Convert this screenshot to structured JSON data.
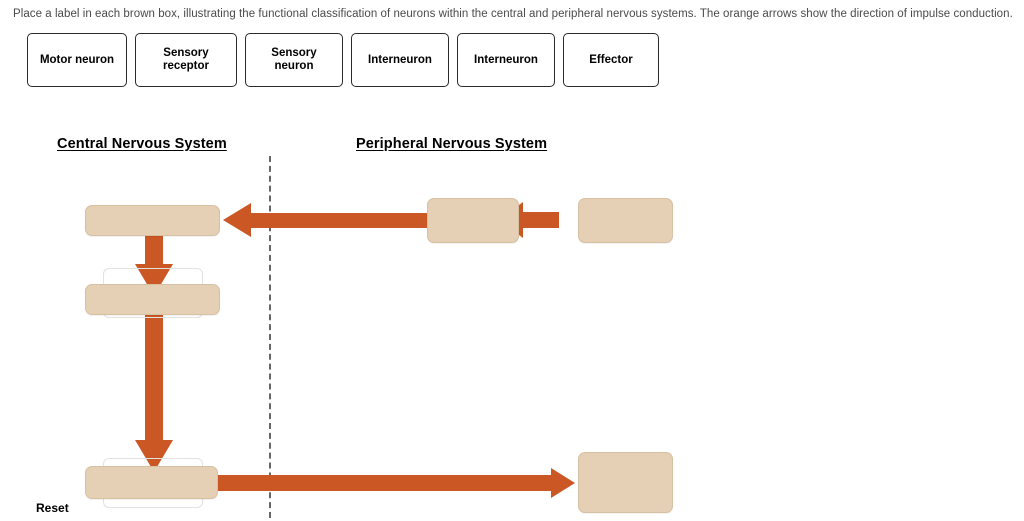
{
  "instructions": {
    "text": "Place a label in each brown box, illustrating the functional classification of neurons within the central and peripheral nervous systems.  The orange arrows show the direction of impulse conduction."
  },
  "label_tray": {
    "chips": [
      {
        "label": "Motor neuron"
      },
      {
        "label": "Sensory receptor"
      },
      {
        "label": "Sensory neuron"
      },
      {
        "label": "Interneuron"
      },
      {
        "label": "Interneuron"
      },
      {
        "label": "Effector"
      }
    ]
  },
  "headings": {
    "central": "Central Nervous System",
    "peripheral": "Peripheral Nervous System"
  },
  "diagram": {
    "drop_targets": [
      {
        "id": "cns-top",
        "value": ""
      },
      {
        "id": "cns-middle",
        "value": ""
      },
      {
        "id": "cns-bottom",
        "value": ""
      },
      {
        "id": "pns-top-inner",
        "value": ""
      },
      {
        "id": "pns-top-outer",
        "value": ""
      },
      {
        "id": "pns-bottom",
        "value": ""
      }
    ],
    "arrows": [
      {
        "id": "pns-outer-to-inner",
        "direction": "left"
      },
      {
        "id": "pns-inner-to-cns-top",
        "direction": "left"
      },
      {
        "id": "cns-top-to-middle",
        "direction": "down"
      },
      {
        "id": "cns-middle-to-bottom",
        "direction": "down"
      },
      {
        "id": "cns-bottom-to-pns-bottom",
        "direction": "right"
      }
    ]
  },
  "controls": {
    "reset_label": "Reset"
  },
  "colors": {
    "arrow_orange": "#cb5725",
    "box_tan": "#e5cfb5",
    "box_tan_border": "#d8c0a3",
    "divider_gray": "#666666",
    "chip_border": "#2b2b2b",
    "instruction_text": "#4a4a4a"
  }
}
